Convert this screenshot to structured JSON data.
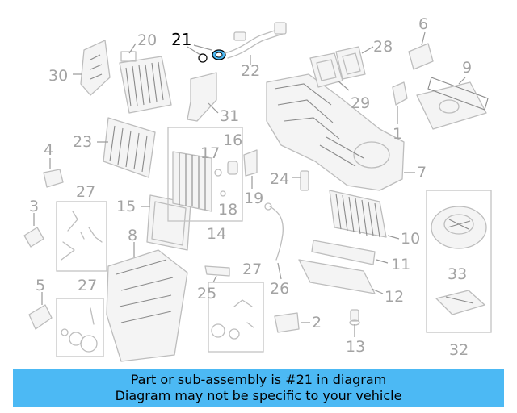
{
  "callouts": {
    "c1": "1",
    "c2": "2",
    "c3": "3",
    "c4": "4",
    "c5": "5",
    "c6": "6",
    "c7": "7",
    "c8": "8",
    "c9": "9",
    "c10": "10",
    "c11": "11",
    "c12": "12",
    "c13": "13",
    "c14": "14",
    "c15": "15",
    "c16": "16",
    "c17": "17",
    "c18": "18",
    "c19": "19",
    "c20": "20",
    "c21": "21",
    "c22": "22",
    "c23": "23",
    "c24": "24",
    "c25": "25",
    "c26": "26",
    "c27a": "27",
    "c27b": "27",
    "c27c": "27",
    "c28": "28",
    "c29": "29",
    "c30": "30",
    "c31": "31",
    "c32": "32",
    "c33": "33"
  },
  "highlight": {
    "part_number": "21",
    "color": "#4cb9f4"
  },
  "banner": {
    "line1": "Part or sub-assembly is #21 in diagram",
    "line2": "Diagram may not be specific to your vehicle",
    "background": "#4cb9f4"
  }
}
